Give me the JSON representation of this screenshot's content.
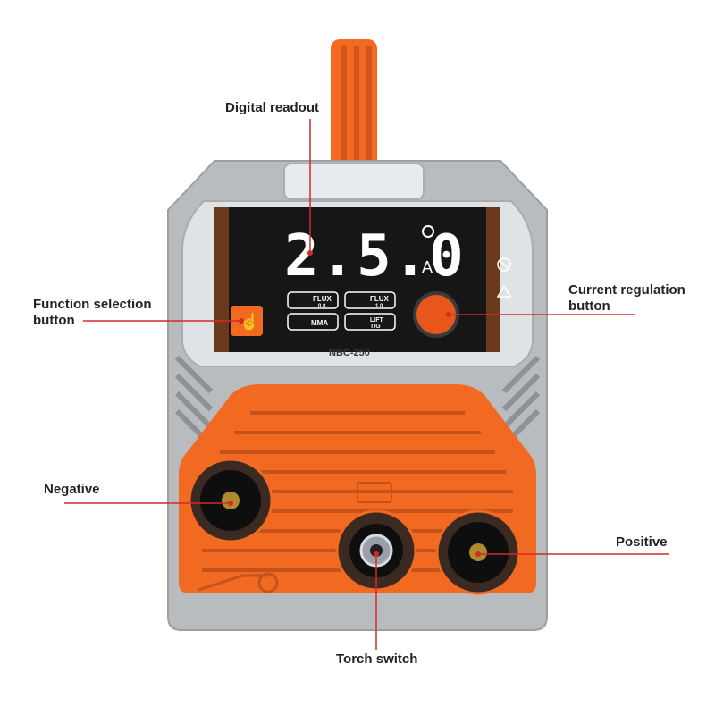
{
  "callouts": {
    "digital_readout": "Digital readout",
    "function_selection_line1": "Function selection",
    "function_selection_line2": "button",
    "current_regulation_line1": "Current regulation",
    "current_regulation_line2": "button",
    "negative": "Negative",
    "positive": "Positive",
    "torch_switch": "Torch switch"
  },
  "display": {
    "reading": "2.5.0",
    "unit": "A",
    "modes": [
      {
        "top": "FLUX",
        "bottom": "0.8"
      },
      {
        "top": "FLUX",
        "bottom": "1.0"
      },
      {
        "top": "MMA",
        "bottom": ""
      },
      {
        "top": "LIFT",
        "bottom": "TIG"
      }
    ],
    "model": "NBC-250"
  },
  "colors": {
    "orange": "#f26a21",
    "gray_housing": "#b9bcbf",
    "callout_red": "#d42a2a",
    "screen_black": "#161616"
  }
}
